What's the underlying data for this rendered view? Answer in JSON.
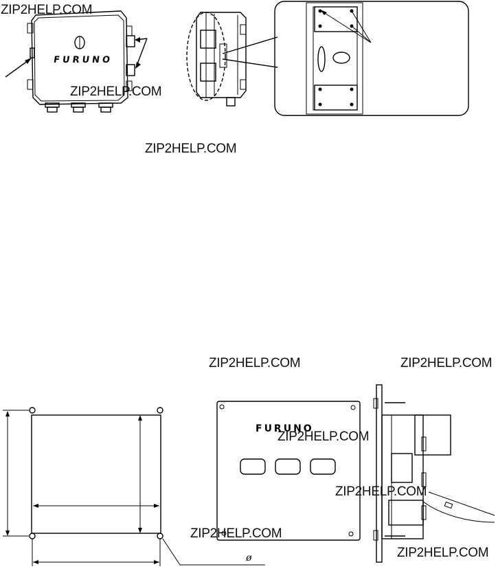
{
  "watermark": "ZIP2HELP.COM",
  "brand": "FURUNO",
  "dimension_symbol": "ø"
}
